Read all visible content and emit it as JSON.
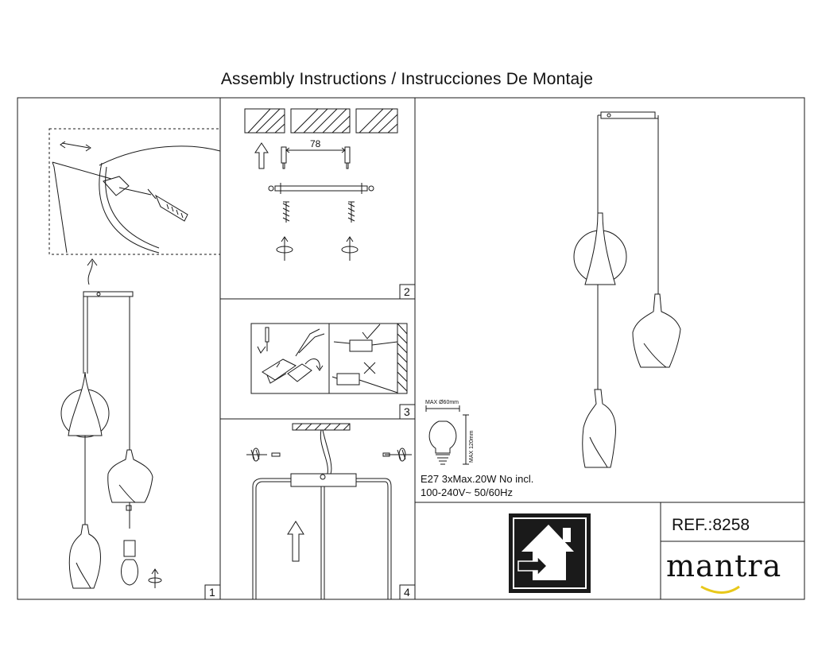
{
  "title": "Assembly Instructions / Instrucciones De Montaje",
  "panels": {
    "p1": "1",
    "p2": "2",
    "p3": "3",
    "p4": "4"
  },
  "dimension": "78",
  "bulb": {
    "max_diameter": "MAX Ø60mm",
    "max_height": "MAX 120mm"
  },
  "specs": {
    "line1": "E27 3xMax.20W  No incl.",
    "line2": "100-240V~ 50/60Hz"
  },
  "reference": "REF.:8258",
  "brand": "mantra",
  "colors": {
    "line": "#1a1a1a",
    "brand_accent": "#e8c81a",
    "background": "#ffffff"
  },
  "icons": [
    "indoor-use-icon",
    "screwdriver-icon",
    "rotate-arrow-icon",
    "up-arrow-icon",
    "bulb-icon",
    "screw-icon"
  ]
}
